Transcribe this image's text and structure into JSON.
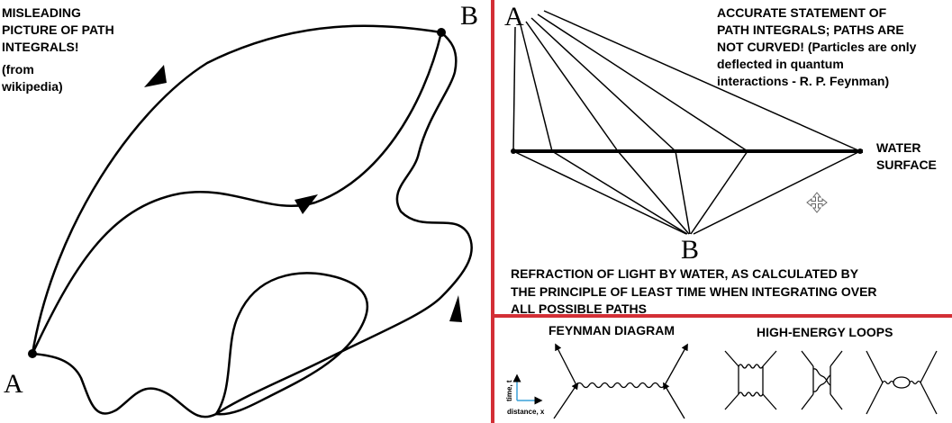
{
  "colors": {
    "divider": "#d32f36",
    "ink": "#000000"
  },
  "left_panel": {
    "title_lines": [
      "MISLEADING",
      "PICTURE OF PATH",
      "INTEGRALS!"
    ],
    "source_lines": [
      "(from",
      "wikipedia)"
    ],
    "point_a": "A",
    "point_b": "B"
  },
  "right_top": {
    "statement_lines": [
      "ACCURATE STATEMENT OF",
      "PATH INTEGRALS; PATHS ARE",
      "NOT CURVED! (Particles are only",
      "deflected in quantum",
      "interactions - R. P. Feynman)"
    ],
    "point_a": "A",
    "point_b": "B",
    "water_label_lines": [
      "WATER",
      "SURFACE"
    ],
    "caption_lines": [
      "REFRACTION OF LIGHT BY WATER, AS CALCULATED BY",
      "THE PRINCIPLE OF LEAST TIME WHEN INTEGRATING OVER",
      "ALL POSSIBLE PATHS"
    ],
    "cursor_icon": "move-cursor-icon"
  },
  "right_bottom": {
    "feynman_title": "FEYNMAN DIAGRAM",
    "loops_title": "HIGH-ENERGY LOOPS",
    "axis_time": "time, t",
    "axis_distance": "distance, x"
  }
}
